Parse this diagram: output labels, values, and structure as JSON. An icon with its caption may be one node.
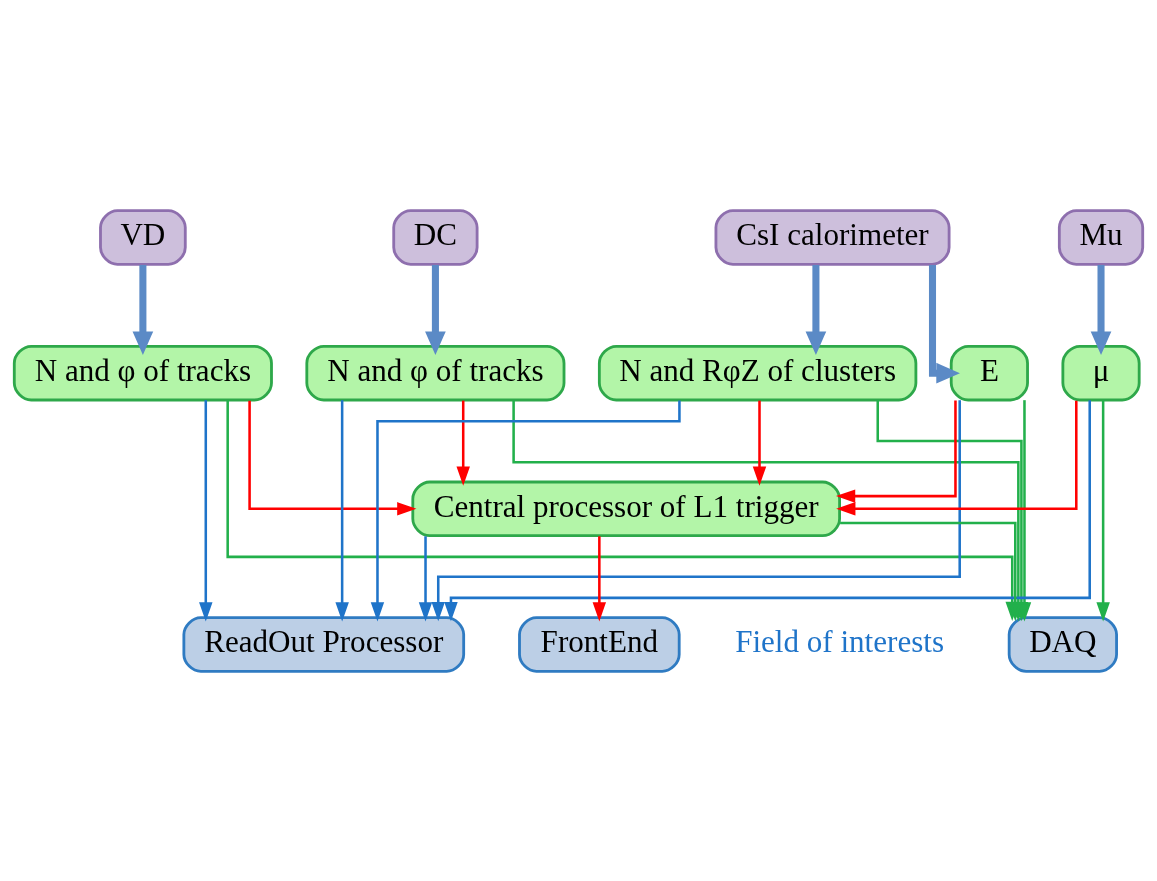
{
  "diagram": {
    "nodes": [
      {
        "text": [
          "VD"
        ]
      },
      {
        "text": [
          "DC"
        ]
      },
      {
        "text": [
          "CsI calorimeter"
        ]
      },
      {
        "text": [
          "Mu"
        ]
      },
      {
        "text": [
          "N and φ of tracks"
        ]
      },
      {
        "text": [
          "N and φ of tracks"
        ]
      },
      {
        "text": [
          "N and RφZ of clusters"
        ]
      },
      {
        "text": [
          "E"
        ]
      },
      {
        "text": [
          "μ"
        ]
      },
      {
        "text": [
          "Central processor of L1 trigger"
        ]
      },
      {
        "text": [
          "FrontEnd"
        ]
      },
      {
        "text": [
          "ReadOut Processor"
        ]
      },
      {
        "text": [
          "DAQ"
        ]
      }
    ],
    "edges": [
      {
        "from": 0,
        "to": 4,
        "arrow": "to",
        "style": "thick",
        "color": "#5b8ac6"
      },
      {
        "from": 1,
        "to": 5,
        "arrow": "to",
        "style": "thick",
        "color": "#5b8ac6"
      },
      {
        "from": 2,
        "to": 6,
        "arrow": "to",
        "style": "thick",
        "color": "#5b8ac6"
      },
      {
        "from": 2,
        "to": 7,
        "arrow": "to",
        "style": "thick",
        "color": "#5b8ac6"
      },
      {
        "from": 3,
        "to": 8,
        "arrow": "to",
        "style": "thick",
        "color": "#5b8ac6"
      },
      {
        "from": 4,
        "to": 9,
        "arrow": "to",
        "color": "#ff0000"
      },
      {
        "from": 5,
        "to": 9,
        "arrow": "to",
        "color": "#ff0000"
      },
      {
        "from": 6,
        "to": 9,
        "arrow": "to",
        "color": "#ff0000"
      },
      {
        "from": 7,
        "to": 9,
        "arrow": "to",
        "color": "#ff0000"
      },
      {
        "from": 8,
        "to": 9,
        "arrow": "to",
        "color": "#ff0000"
      },
      {
        "from": 4,
        "to": 11,
        "arrow": "to",
        "color": "#1f74c9"
      },
      {
        "from": 5,
        "to": 11,
        "arrow": "to",
        "color": "#1f74c9"
      },
      {
        "from": 6,
        "to": 11,
        "arrow": "to",
        "color": "#1f74c9"
      },
      {
        "from": 7,
        "to": 11,
        "arrow": "to",
        "color": "#1f74c9"
      },
      {
        "from": 8,
        "to": 11,
        "arrow": "to",
        "color": "#1f74c9"
      },
      {
        "from": 4,
        "to": 12,
        "arrow": "to",
        "color": "#22b04b"
      },
      {
        "from": 5,
        "to": 12,
        "arrow": "to",
        "color": "#22b04b"
      },
      {
        "from": 6,
        "to": 12,
        "arrow": "to",
        "color": "#22b04b"
      },
      {
        "from": 7,
        "to": 12,
        "arrow": "to",
        "color": "#22b04b"
      },
      {
        "from": 8,
        "to": 12,
        "arrow": "to",
        "color": "#22b04b"
      },
      {
        "from": 9,
        "to": 10,
        "arrow": "to",
        "color": "#ff0000"
      },
      {
        "from": 9,
        "to": 11,
        "arrow": "to",
        "color": "#1f74c9"
      },
      {
        "from": 9,
        "to": 12,
        "arrow": "to",
        "color": "#22b04b"
      }
    ],
    "labels": [
      "Field of interests"
    ]
  }
}
